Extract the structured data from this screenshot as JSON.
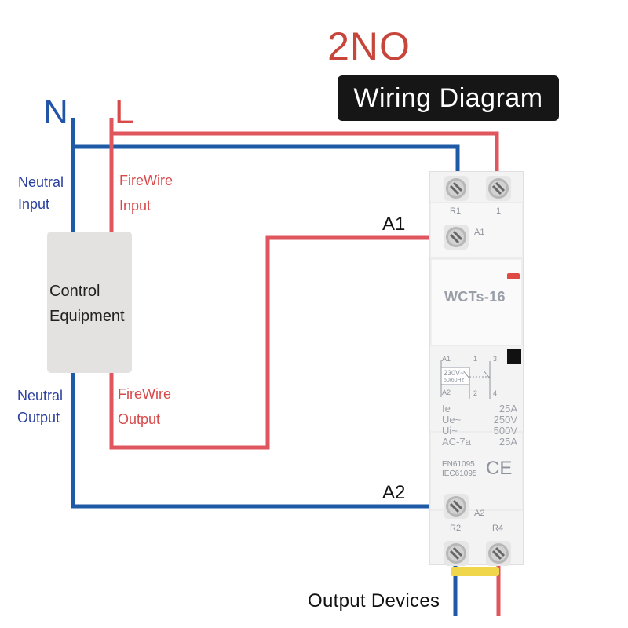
{
  "header": {
    "type_label": "2NO",
    "banner": "Wiring Diagram"
  },
  "lines": {
    "neutral": "N",
    "live": "L"
  },
  "labels": {
    "neutral_input": [
      "Neutral",
      "Input"
    ],
    "firewire_input": [
      "FireWire",
      "Input"
    ],
    "neutral_output": [
      "Neutral",
      "Output"
    ],
    "firewire_output": [
      "FireWire",
      "Output"
    ],
    "control_equipment": [
      "Control",
      "Equipment"
    ],
    "a1": "A1",
    "a2": "A2",
    "output_devices": "Output Devices"
  },
  "device": {
    "model": "WCTs-16",
    "terminals": {
      "r1": "R1",
      "t1": "1",
      "a1": "A1",
      "a2": "A2",
      "r2": "R2",
      "r4": "R4"
    },
    "schematic": {
      "a1": "A1",
      "a2": "A2",
      "coil": "230V~",
      "freq": "50/60Hz",
      "c1": "1",
      "c3": "3",
      "c2": "2",
      "c4": "4"
    },
    "specs": [
      {
        "name": "Ie",
        "value": "25A"
      },
      {
        "name": "Ue~",
        "value": "250V"
      },
      {
        "name": "Ui~",
        "value": "500V"
      },
      {
        "name": "AC-7a",
        "value": "25A"
      }
    ],
    "standards": [
      "EN61095",
      "IEC61095"
    ],
    "mark": "CE"
  },
  "colors": {
    "neutral_wire": "#1f5aa6",
    "live_wire": "#e0565e",
    "banner_bg": "#161616",
    "title_red": "#c8453c"
  }
}
